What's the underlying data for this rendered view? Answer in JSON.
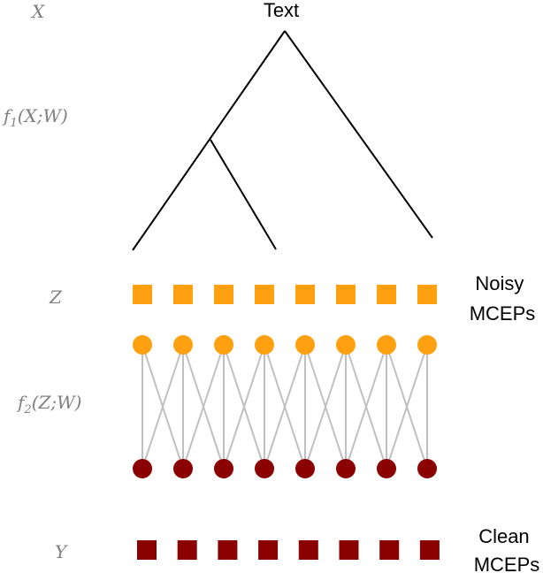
{
  "labels": {
    "x_var": "X",
    "f1": "f1(X;W)",
    "f1_name": "f",
    "f1_sub": "1",
    "f1_args": "(X;W)",
    "z_var": "Z",
    "f2": "f2(Z;W)",
    "f2_name": "f",
    "f2_sub": "2",
    "f2_args": "(Z;W)",
    "y_var": "Y",
    "root_text": "Text",
    "noisy_line1": "Noisy",
    "noisy_line2": "MCEPs",
    "clean_line1": "Clean",
    "clean_line2": "MCEPs"
  },
  "structure": {
    "node_count": 8,
    "connection_pattern": "each node links to itself and its neighbours in the next layer"
  },
  "colors": {
    "noisy": "#ffa010",
    "clean": "#8b0000",
    "tree": "#000000",
    "links": "#c0c0c0",
    "label_gray": "#7f7f7f"
  }
}
